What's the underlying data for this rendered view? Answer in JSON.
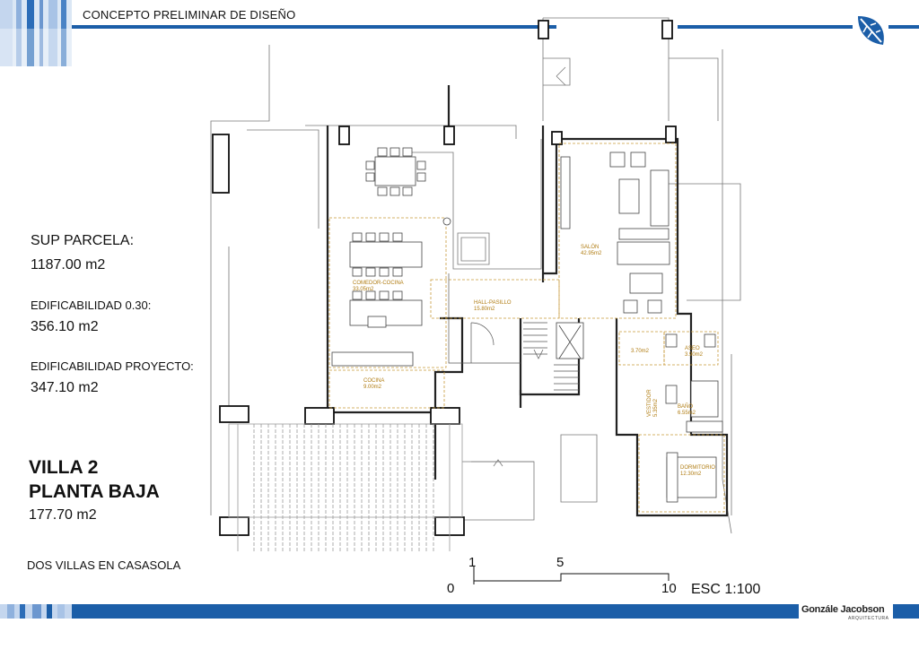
{
  "header": {
    "title": "CONCEPTO PRELIMINAR DE DISEÑO",
    "accent_color": "#1b5ea8"
  },
  "info": {
    "sup_parcela_label": "SUP PARCELA:",
    "sup_parcela_value": "1187.00 m2",
    "edificabilidad_label": "EDIFICABILIDAD 0.30:",
    "edificabilidad_value": "356.10 m2",
    "edificabilidad_proyecto_label": "EDIFICABILIDAD PROYECTO:",
    "edificabilidad_proyecto_value": "347.10 m2"
  },
  "villa": {
    "title": "VILLA 2",
    "subtitle": "PLANTA BAJA",
    "area": "177.70 m2"
  },
  "project": {
    "name": "DOS VILLAS EN CASASOLA"
  },
  "scale": {
    "ticks": [
      "0",
      "1",
      "5",
      "10"
    ],
    "label": "ESC 1:100"
  },
  "rooms": [
    {
      "name": "SALÓN",
      "area": "42.95m2"
    },
    {
      "name": "COMEDOR-COCINA",
      "area": "33.05m2"
    },
    {
      "name": "HALL-PASILLO",
      "area": "15.80m2"
    },
    {
      "name": "COCINA",
      "area": "9.00m2"
    },
    {
      "name": "",
      "area": "3.70m2"
    },
    {
      "name": "ASEO",
      "area": "3.90m2"
    },
    {
      "name": "VESTIDOR",
      "area": "5.35m2"
    },
    {
      "name": "BAÑO",
      "area": "6.55m2"
    },
    {
      "name": "DORMITORIO",
      "area": "12.30m2"
    }
  ],
  "brand": {
    "name": "Gonzále Jacobson",
    "sub": "ARQUITECTURA",
    "logo_icon": "leaf-logo-icon"
  }
}
